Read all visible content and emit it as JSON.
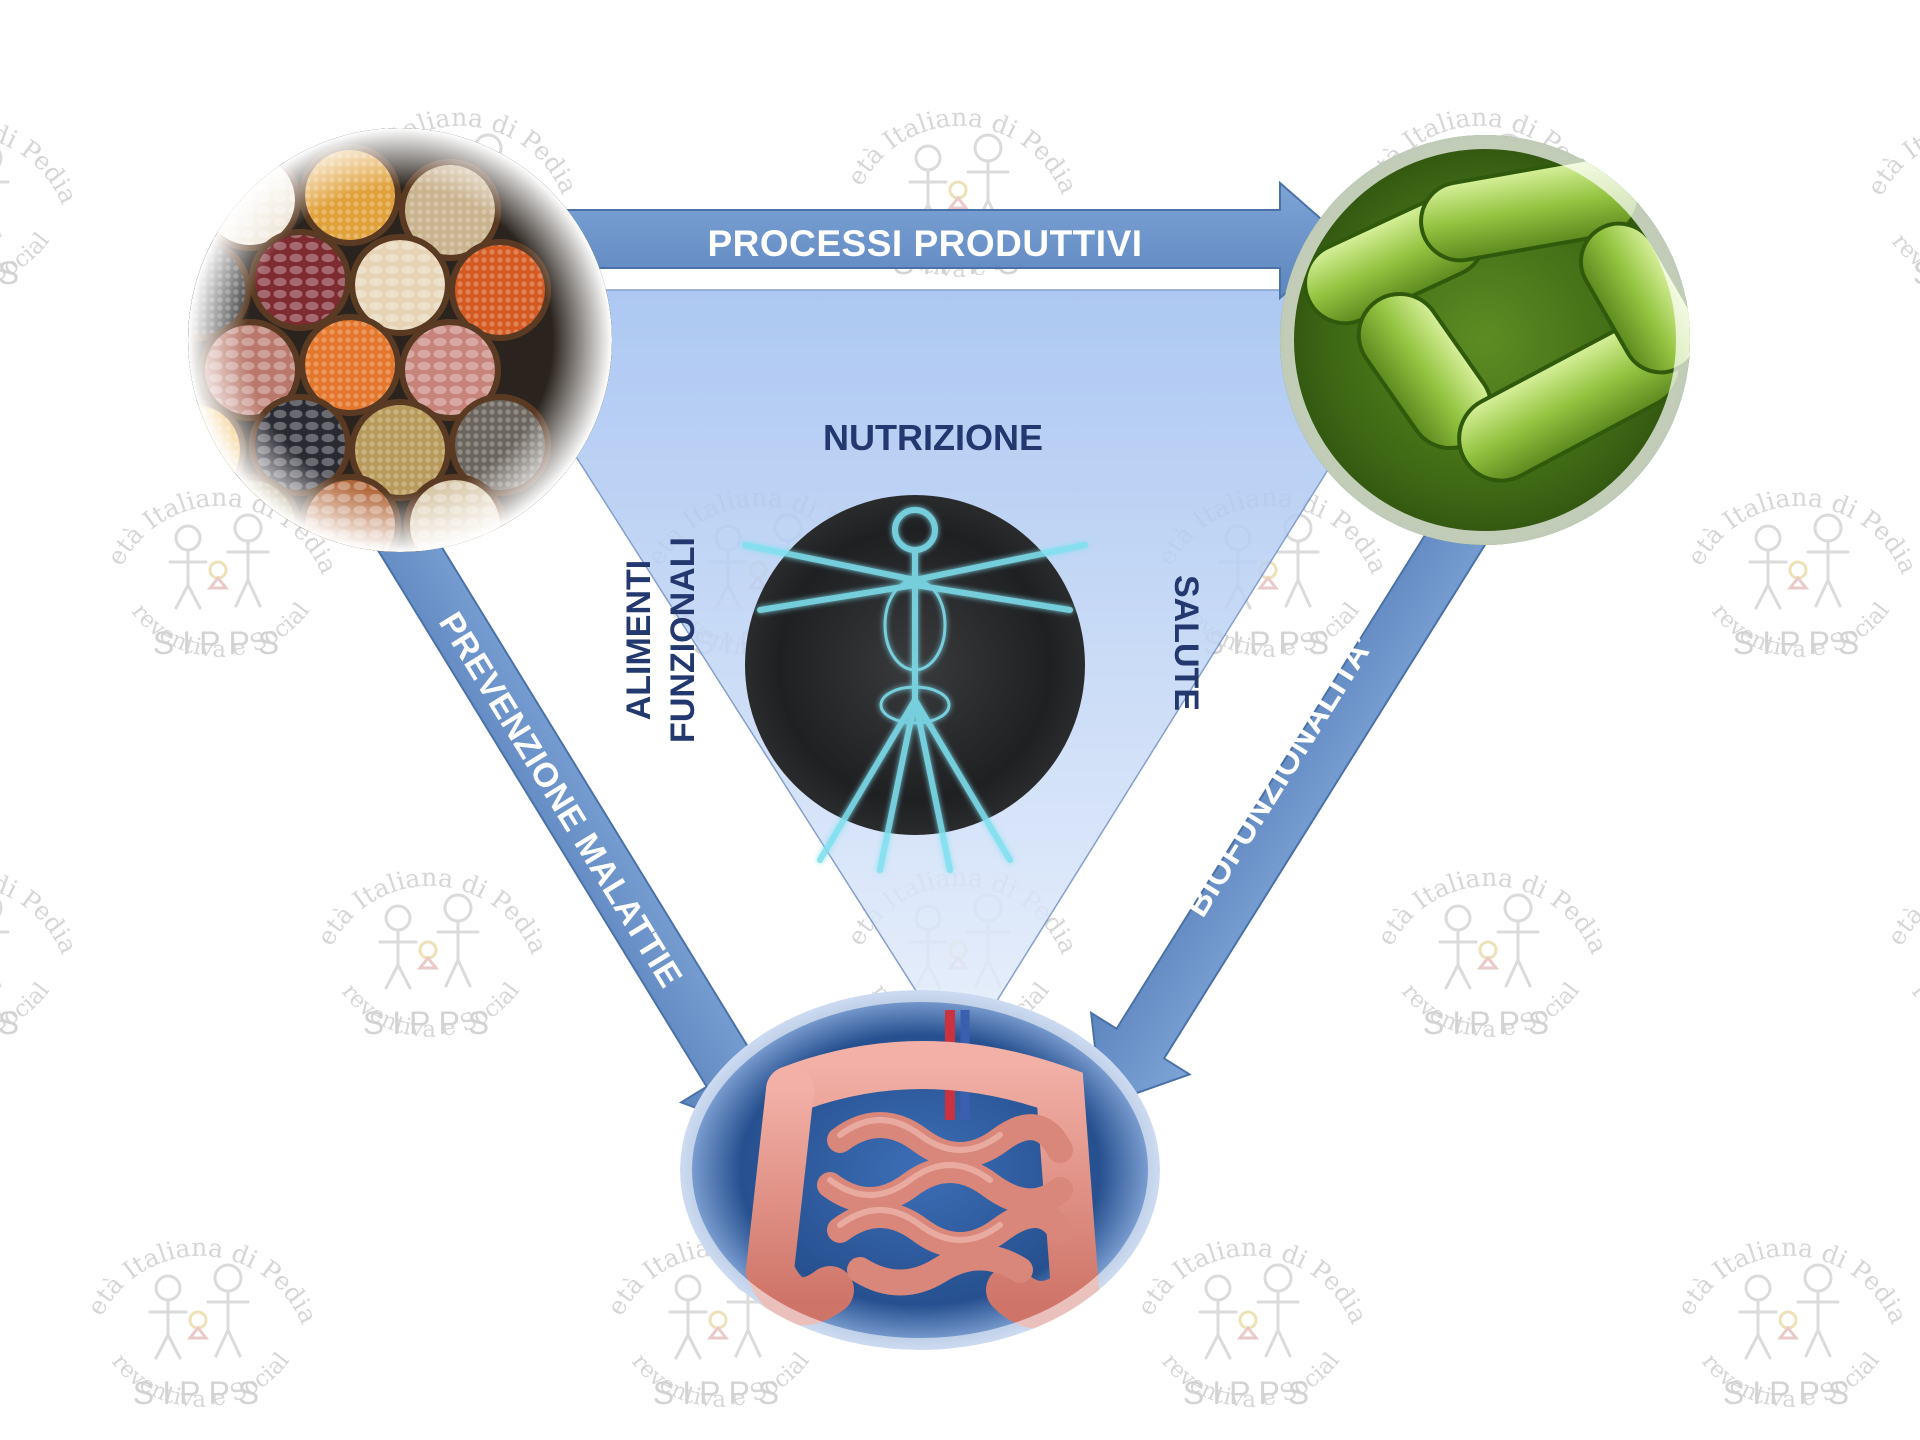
{
  "watermark": {
    "line_top": "Società Italiana di Pediatria",
    "line_bottom": "Preventiva e Sociale",
    "acronym": "SIPPS"
  },
  "arrows": {
    "top": "PROCESSI PRODUTTIVI",
    "left": "PREVENZIONE MALATTIE",
    "right": "BIOFUNZIONALITA’"
  },
  "center": {
    "title": "NUTRIZIONE",
    "left_line1": "ALIMENTI",
    "left_line2": "FUNZIONALI",
    "right": "SALUTE"
  },
  "images": {
    "top_left": "legumes-bowls",
    "top_right": "green-bacteria",
    "center": "vitruvian-xray-body",
    "bottom": "intestine"
  },
  "colors": {
    "arrow_fill": "#6f97cb",
    "arrow_stroke": "#4a72a8",
    "triangle_fill": "#a9c4ee",
    "label_dark": "#22386e",
    "watermark": "#c9c9c9"
  }
}
